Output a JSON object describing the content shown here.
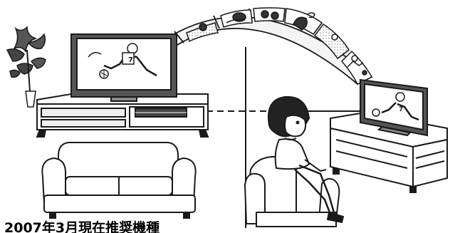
{
  "caption": {
    "text": "2007年3月現在推奨機種"
  },
  "colors": {
    "line": "#1a1a1a",
    "fill": "#ffffff",
    "shade": "#d9d9d9",
    "dark": "#333333"
  },
  "icons": [
    "player-number-7",
    "soccer-ball"
  ],
  "left_room": {
    "tv": {
      "player_number": "7"
    }
  },
  "right_room": {
    "tv": {
      "player_number": "7"
    }
  },
  "strip": {
    "panels": [
      {
        "player_number": ""
      },
      {
        "player_number": ""
      },
      {
        "player_number": ""
      },
      {
        "player_number": ""
      },
      {
        "player_number": ""
      },
      {
        "player_number": ""
      }
    ]
  }
}
